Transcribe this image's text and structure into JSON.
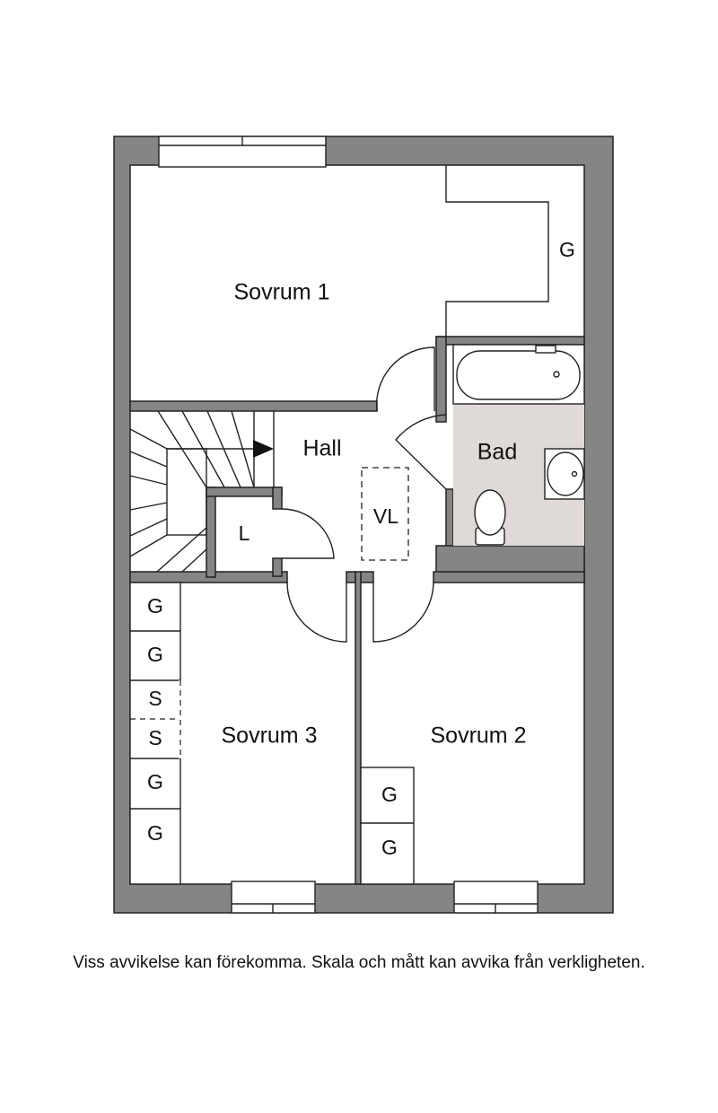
{
  "colors": {
    "wall": "#858585",
    "bathroom_floor": "#dfdad7",
    "line": "#222222",
    "background": "#ffffff"
  },
  "rooms": {
    "bedroom_1": "Sovrum 1",
    "bedroom_2": "Sovrum 2",
    "bedroom_3": "Sovrum 3",
    "hall": "Hall",
    "bathroom": "Bad",
    "linen": "L",
    "vl": "VL"
  },
  "closets": {
    "bedroom_1_wardrobe": "G",
    "bedroom_3_wardrobes": [
      "G",
      "G",
      "S",
      "S",
      "G",
      "G"
    ],
    "bedroom_2_wardrobes": [
      "G",
      "G"
    ]
  },
  "disclaimer": "Viss avvikelse kan förekomma. Skala och mått kan avvika från verkligheten."
}
